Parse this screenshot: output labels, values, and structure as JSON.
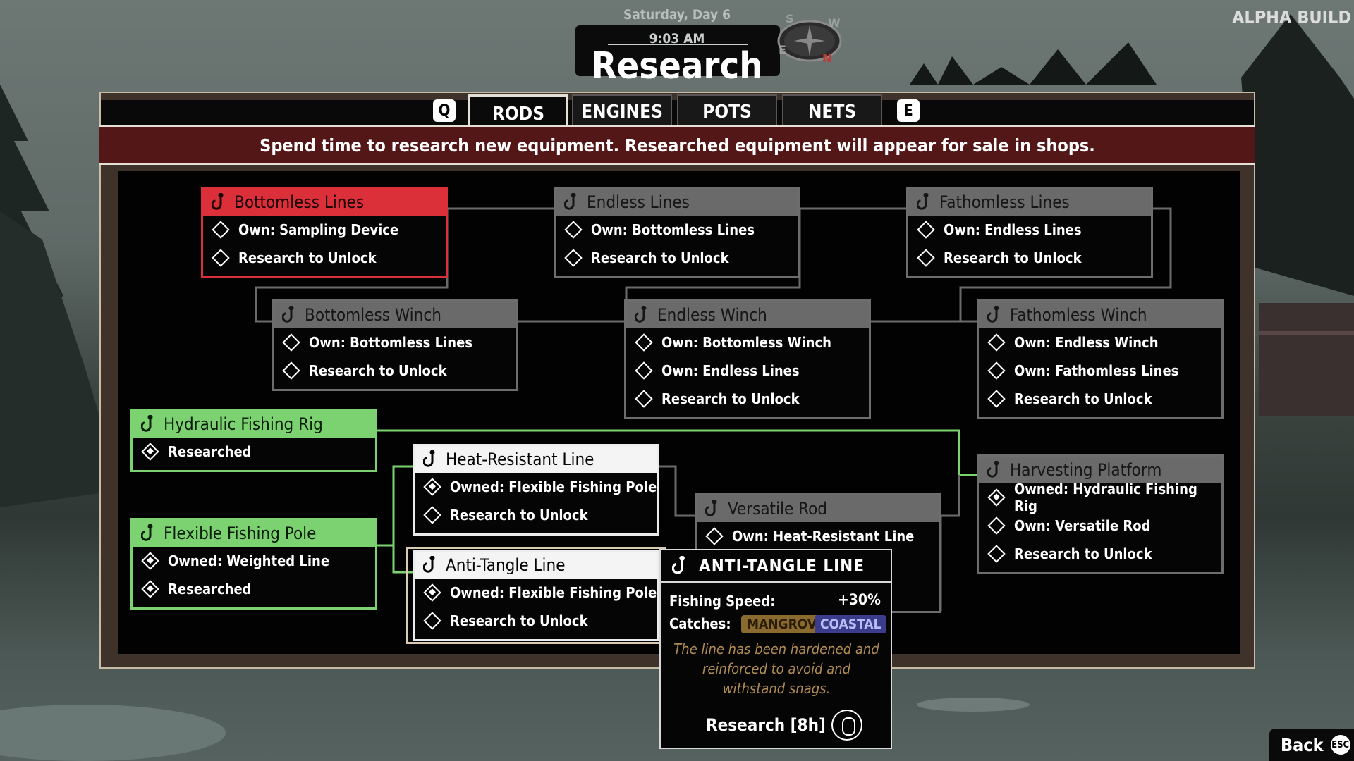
{
  "hud": {
    "date": "Saturday, Day 6",
    "time": "9:03 AM",
    "compass": {
      "n": "N",
      "s": "S",
      "e": "E",
      "w": "W"
    },
    "build_label": "ALPHA BUILD"
  },
  "title": "Research",
  "tabs": {
    "prev_key": "Q",
    "next_key": "E",
    "items": [
      {
        "label": "RODS",
        "active": true
      },
      {
        "label": "ENGINES",
        "active": false
      },
      {
        "label": "POTS",
        "active": false
      },
      {
        "label": "NETS",
        "active": false
      }
    ]
  },
  "banner": "Spend time to research new equipment. Researched equipment will appear for sale in shops.",
  "nodes": {
    "bottomless_lines": {
      "title": "Bottomless Lines",
      "state": "highlighted",
      "reqs": [
        {
          "text": "Own: Sampling Device",
          "done": false
        },
        {
          "text": "Research to Unlock",
          "done": false
        }
      ]
    },
    "endless_lines": {
      "title": "Endless Lines",
      "state": "locked",
      "reqs": [
        {
          "text": "Own: Bottomless Lines",
          "done": false
        },
        {
          "text": "Research to Unlock",
          "done": false
        }
      ]
    },
    "fathomless_lines": {
      "title": "Fathomless Lines",
      "state": "locked",
      "reqs": [
        {
          "text": "Own: Endless Lines",
          "done": false
        },
        {
          "text": "Research to Unlock",
          "done": false
        }
      ]
    },
    "bottomless_winch": {
      "title": "Bottomless Winch",
      "state": "locked",
      "reqs": [
        {
          "text": "Own: Bottomless Lines",
          "done": false
        },
        {
          "text": "Research to Unlock",
          "done": false
        }
      ]
    },
    "endless_winch": {
      "title": "Endless Winch",
      "state": "locked",
      "reqs": [
        {
          "text": "Own: Bottomless Winch",
          "done": false
        },
        {
          "text": "Own: Endless Lines",
          "done": false
        },
        {
          "text": "Research to Unlock",
          "done": false
        }
      ]
    },
    "fathomless_winch": {
      "title": "Fathomless Winch",
      "state": "locked",
      "reqs": [
        {
          "text": "Own: Endless Winch",
          "done": false
        },
        {
          "text": "Own: Fathomless Lines",
          "done": false
        },
        {
          "text": "Research to Unlock",
          "done": false
        }
      ]
    },
    "hydraulic_fishing_rig": {
      "title": "Hydraulic Fishing Rig",
      "state": "researched",
      "reqs": [
        {
          "text": "Researched",
          "done": true
        }
      ]
    },
    "flexible_fishing_pole": {
      "title": "Flexible Fishing Pole",
      "state": "researched",
      "reqs": [
        {
          "text": "Owned: Weighted Line",
          "done": true
        },
        {
          "text": "Researched",
          "done": true
        }
      ]
    },
    "heat_resistant_line": {
      "title": "Heat-Resistant Line",
      "state": "available",
      "reqs": [
        {
          "text": "Owned: Flexible Fishing Pole",
          "done": true
        },
        {
          "text": "Research to Unlock",
          "done": false
        }
      ]
    },
    "anti_tangle_line": {
      "title": "Anti-Tangle Line",
      "state": "available",
      "reqs": [
        {
          "text": "Owned: Flexible Fishing Pole",
          "done": true
        },
        {
          "text": "Research to Unlock",
          "done": false
        }
      ]
    },
    "versatile_rod": {
      "title": "Versatile Rod",
      "state": "locked",
      "reqs": [
        {
          "text": "Own: Heat-Resistant Line",
          "done": false
        }
      ]
    },
    "harvesting_platform": {
      "title": "Harvesting Platform",
      "state": "locked",
      "reqs": [
        {
          "text": "Owned: Hydraulic Fishing Rig",
          "done": true
        },
        {
          "text": "Own: Versatile Rod",
          "done": false
        },
        {
          "text": "Research to Unlock",
          "done": false
        }
      ]
    }
  },
  "tooltip": {
    "name": "ANTI-TANGLE LINE",
    "stat_label": "Fishing Speed:",
    "stat_value": "+30%",
    "catches_label": "Catches:",
    "catches": [
      {
        "label": "MANGROVE",
        "bg": "#8a6a2e",
        "fg": "#2a1c05"
      },
      {
        "label": "COASTAL",
        "bg": "#3b3d8c",
        "fg": "#b9bdf4"
      }
    ],
    "description": "The line has been hardened and reinforced to avoid and withstand snags.",
    "action": "Research [8h]"
  },
  "footer": {
    "back_label": "Back",
    "back_key": "ESC"
  },
  "colors": {
    "banner": "#541717",
    "highlight": "#db2f3a",
    "researched": "#7cd171",
    "locked": "#6a6a6a",
    "connector_green": "#7cd171",
    "connector_gray": "#6a6a6a"
  }
}
